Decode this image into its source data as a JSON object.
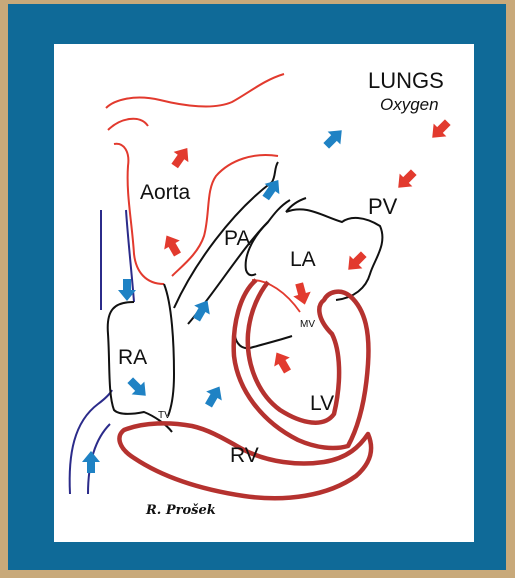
{
  "diagram": {
    "labels": {
      "lungs": "LUNGS",
      "oxygen": "Oxygen",
      "aorta": "Aorta",
      "pa": "PA",
      "pv": "PV",
      "la": "LA",
      "ra": "RA",
      "mv": "MV",
      "tv": "TV",
      "lv": "LV",
      "rv": "RV",
      "signature": "R. Prošek"
    },
    "colors": {
      "frame": "#0f6a98",
      "border": "#c8a97a",
      "oxygenated": "#e23a2e",
      "deoxygenated": "#1f82c4",
      "vessel_red": "#e23a2e",
      "vessel_blue": "#2b2b8a",
      "myocardium": "#b5322f",
      "outline": "#111111"
    },
    "icons": [
      "blue-flow-arrow",
      "red-flow-arrow"
    ]
  }
}
